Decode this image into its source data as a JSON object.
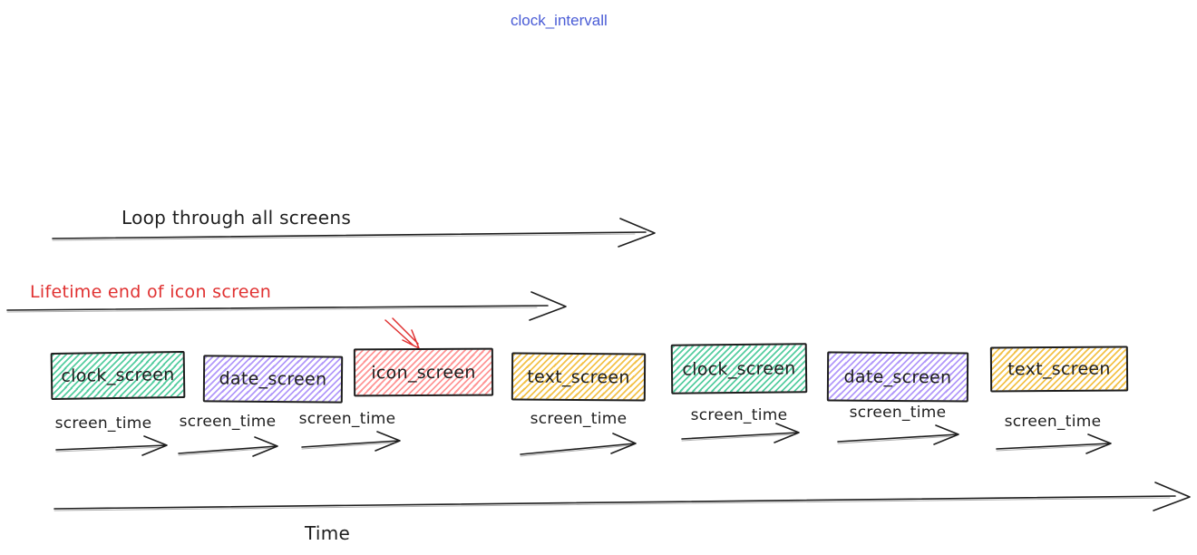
{
  "title": "clock_intervall",
  "annotations": {
    "loop_label": "Loop through all screens",
    "lifetime_label": "Lifetime end of icon screen",
    "screen_time_label": "screen_time",
    "time_label": "Time"
  },
  "screens": [
    {
      "label": "clock_screen",
      "color": "green"
    },
    {
      "label": "date_screen",
      "color": "purple"
    },
    {
      "label": "icon_screen",
      "color": "red",
      "pointed_by_red_arrow": true
    },
    {
      "label": "text_screen",
      "color": "yellow"
    },
    {
      "label": "clock_screen",
      "color": "green"
    },
    {
      "label": "date_screen",
      "color": "purple"
    },
    {
      "label": "text_screen",
      "color": "yellow"
    }
  ],
  "colors": {
    "title_blue": "#4a5cd6",
    "ink": "#1e1e1e",
    "red": "#e03131",
    "green_fill": "#55cda0",
    "purple_fill": "#b299fa",
    "red_fill": "#ff9696",
    "yellow_fill": "#f3c249"
  }
}
